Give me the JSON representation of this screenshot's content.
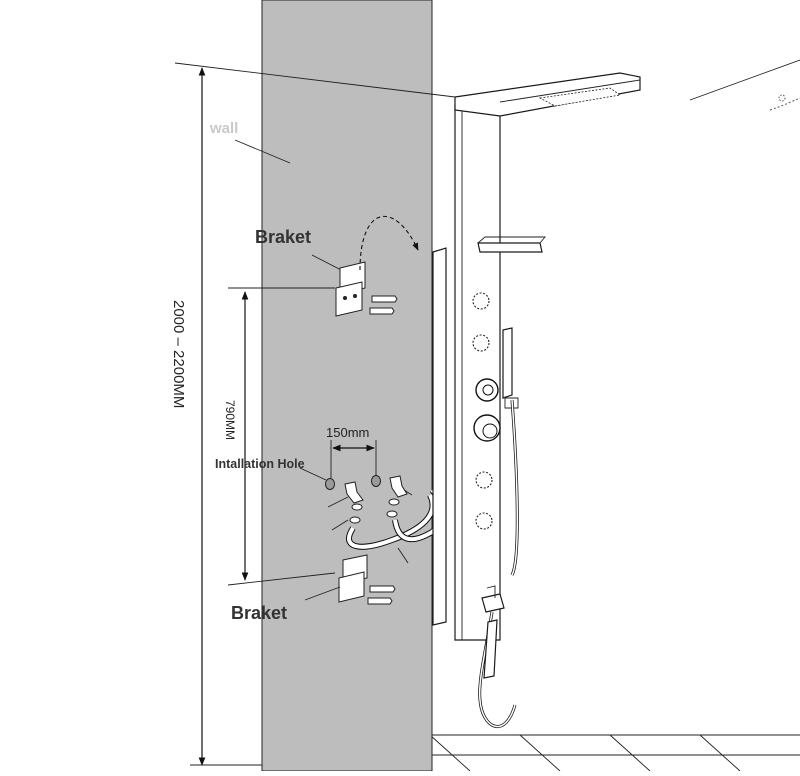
{
  "labels": {
    "wall": "wall",
    "bracket_top": "Braket",
    "bracket_bottom": "Braket",
    "installation_hole": "Intallation Hole",
    "spacing_holes": "150mm",
    "bracket_spacing": "790MM",
    "overall_height": "2000 – 2200MM"
  },
  "colors": {
    "wall_fill": "#bdbdbd",
    "line": "#111111",
    "wall_label": "#c9c9c9"
  }
}
